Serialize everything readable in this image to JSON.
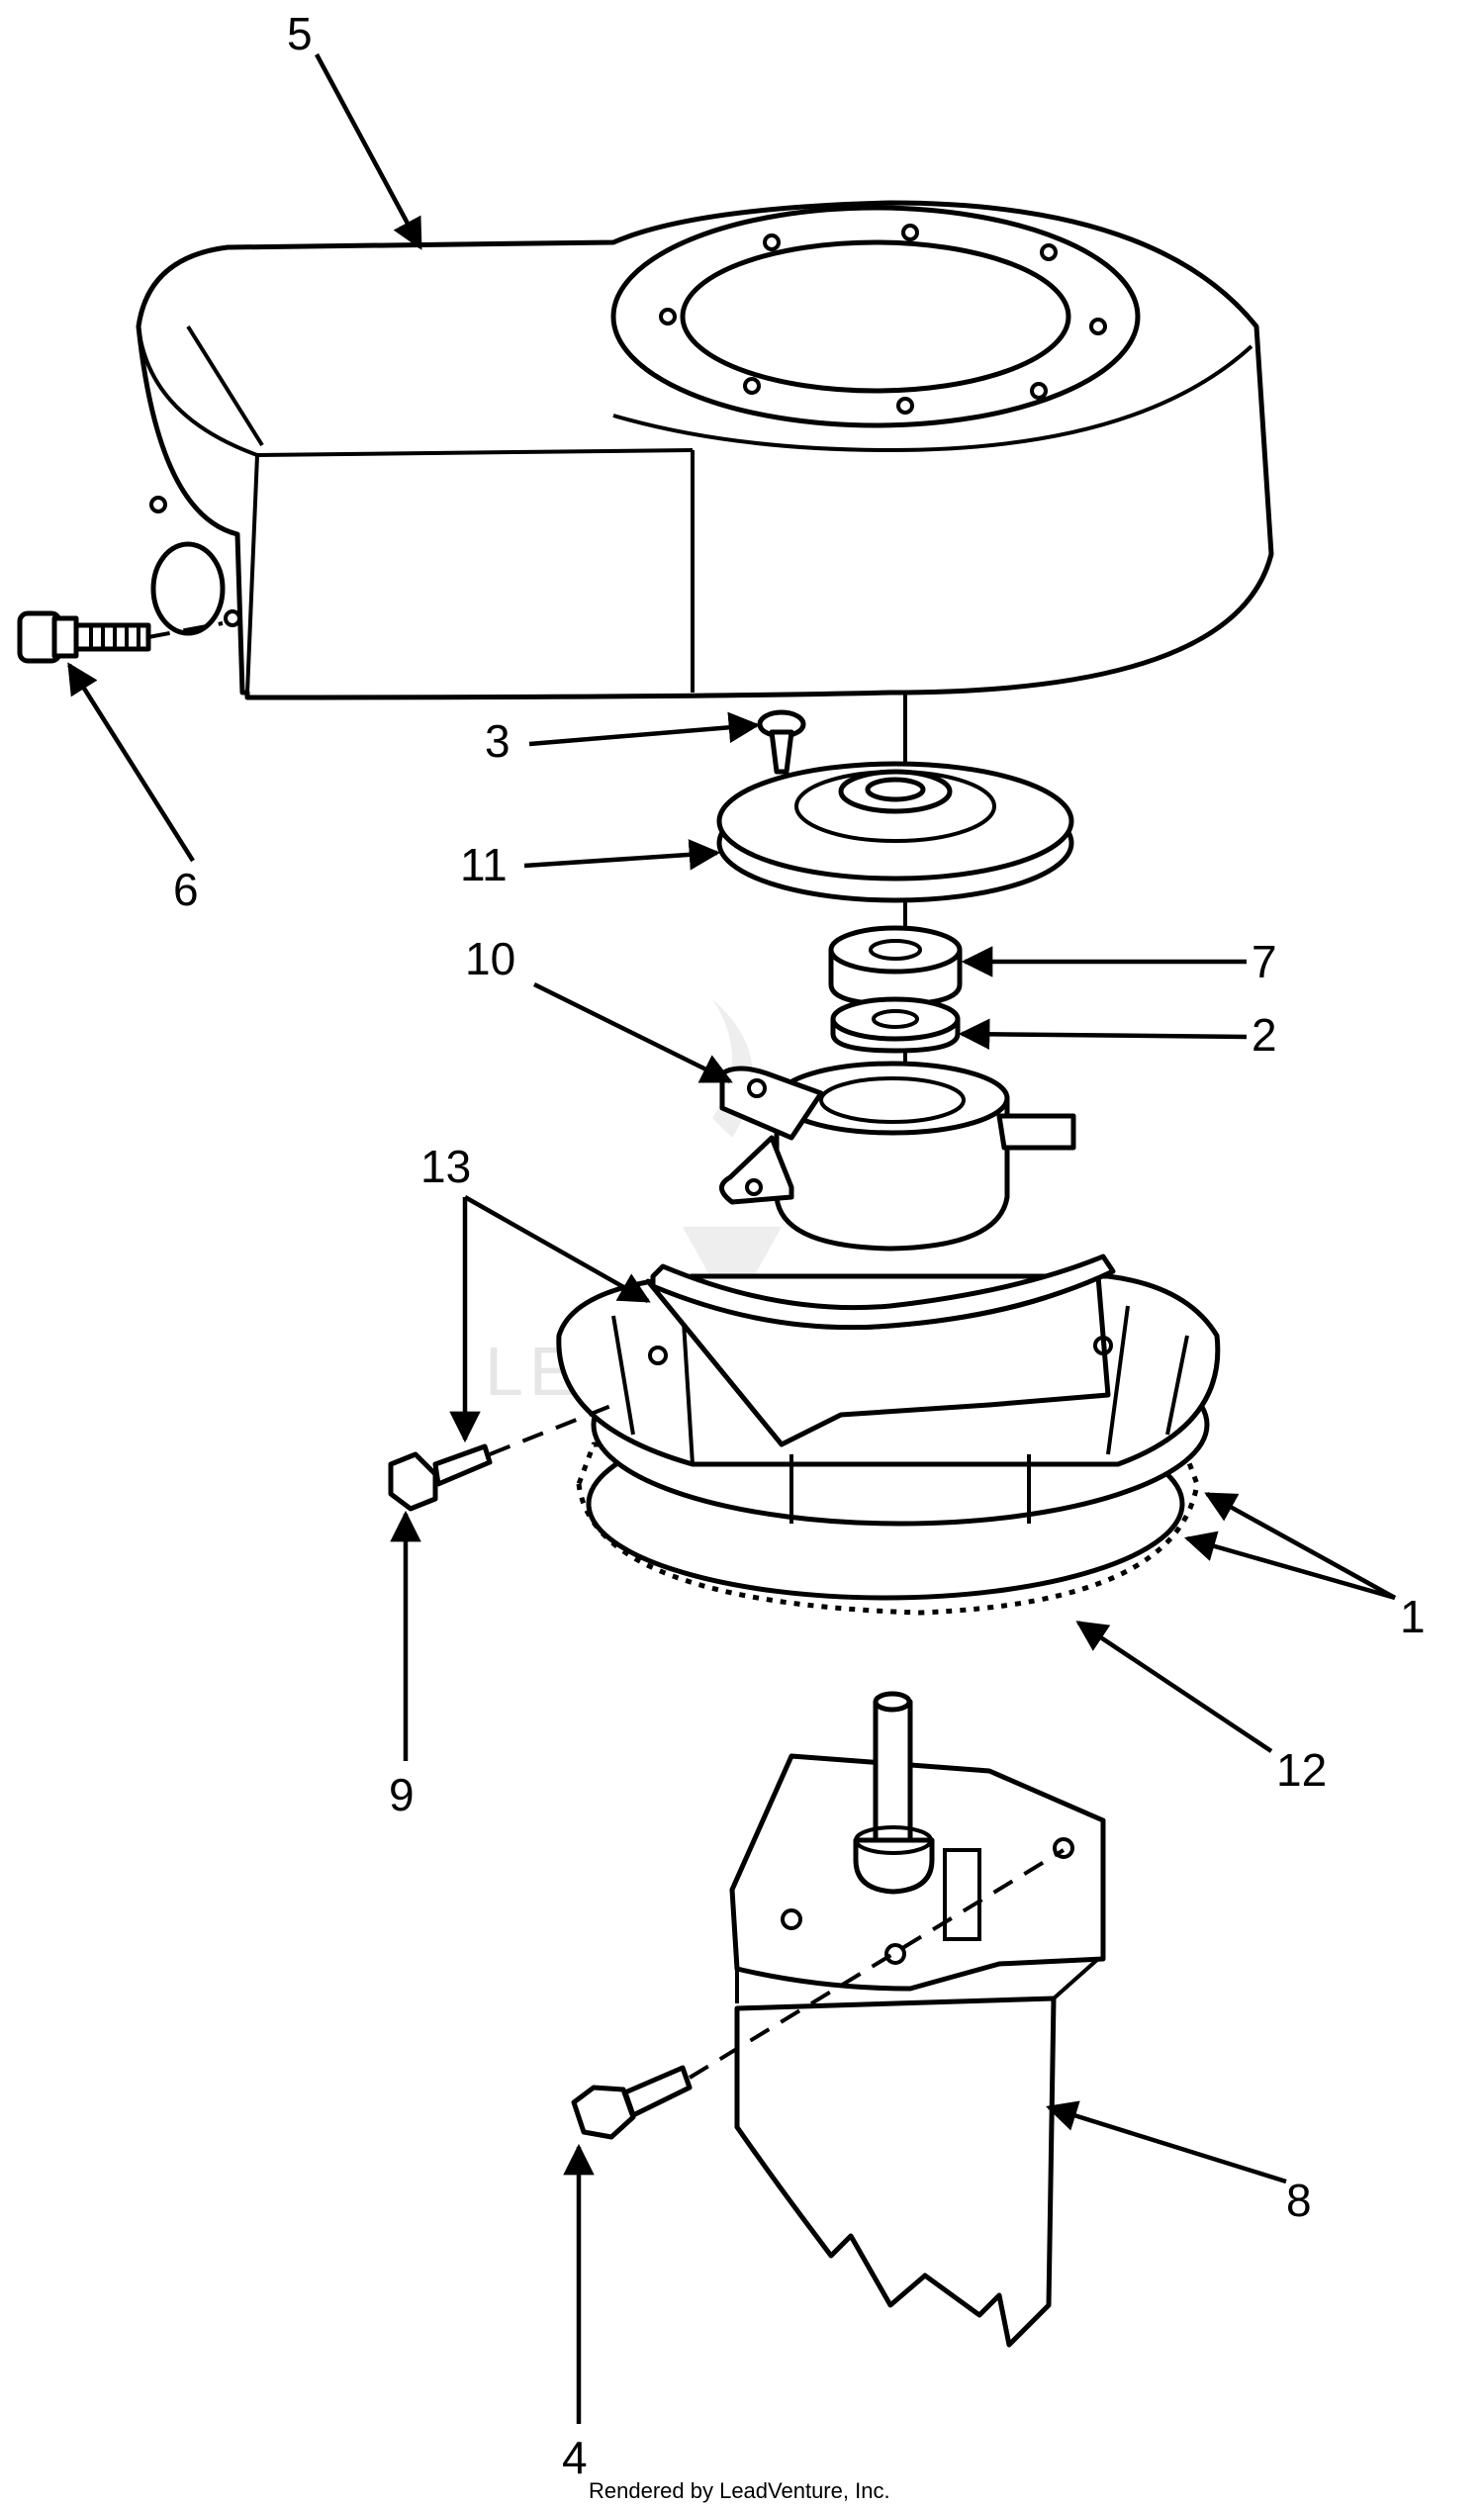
{
  "diagram": {
    "callouts": [
      {
        "id": "1",
        "label": "1"
      },
      {
        "id": "2",
        "label": "2"
      },
      {
        "id": "3",
        "label": "3"
      },
      {
        "id": "4",
        "label": "4"
      },
      {
        "id": "5",
        "label": "5"
      },
      {
        "id": "6",
        "label": "6"
      },
      {
        "id": "7",
        "label": "7"
      },
      {
        "id": "8",
        "label": "8"
      },
      {
        "id": "9",
        "label": "9"
      },
      {
        "id": "10",
        "label": "10"
      },
      {
        "id": "11",
        "label": "11"
      },
      {
        "id": "12",
        "label": "12"
      },
      {
        "id": "13",
        "label": "13"
      }
    ],
    "footer": "Rendered by LeadVenture, Inc.",
    "watermark": "LEADVENTURE"
  }
}
